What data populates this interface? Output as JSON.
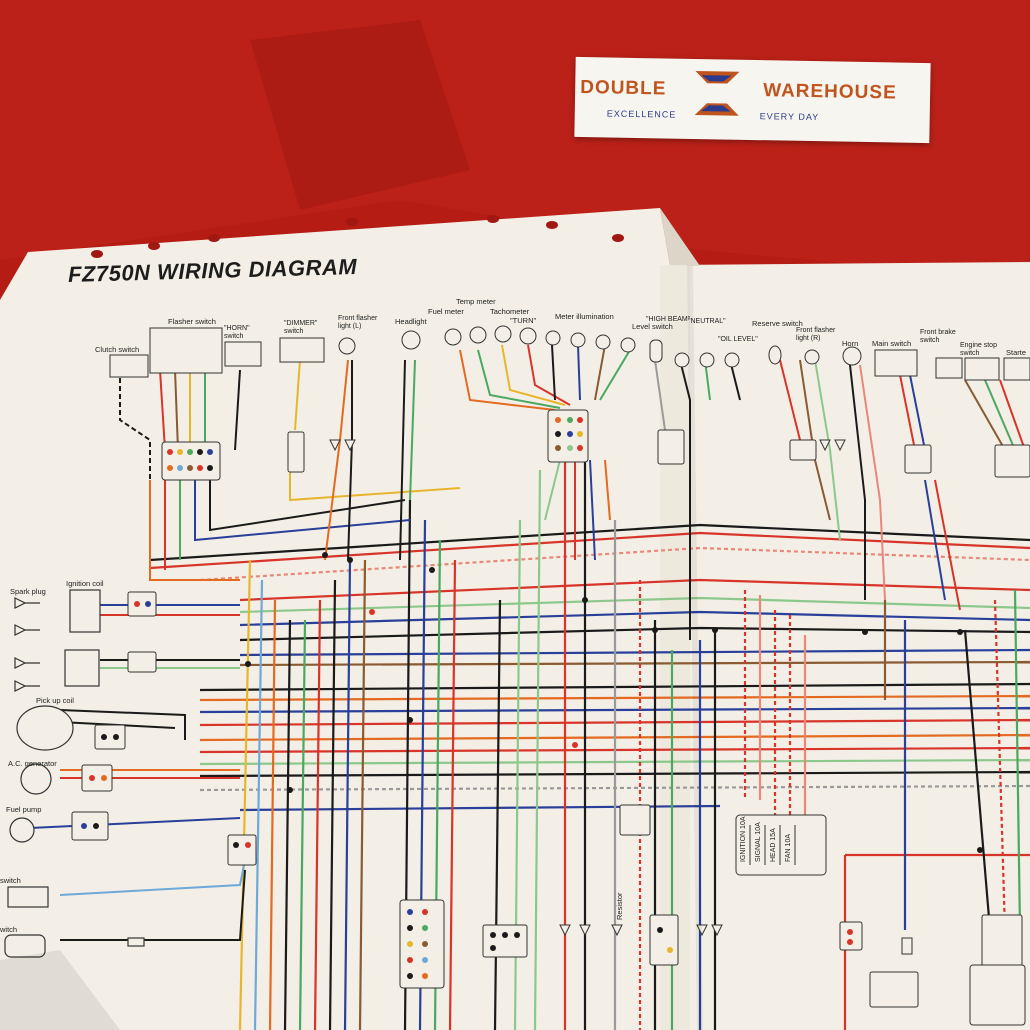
{
  "sticker": {
    "brand_left": "DOUBLE",
    "brand_right": "WAREHOUSE",
    "tagline_left": "EXCELLENCE",
    "tagline_right": "EVERY DAY",
    "logo_icon": "double-e-logo-icon",
    "colors": {
      "orange": "#c0541e",
      "navy": "#2b3a8a"
    }
  },
  "diagram": {
    "title": "FZ750N WIRING DIAGRAM",
    "components_top": {
      "clutch_switch": "Clutch switch",
      "flasher_switch": "Flasher switch",
      "horn_switch": "\"HORN\" switch",
      "dimmer_switch": "\"DIMMER\" switch",
      "front_flasher_l": "Front flasher light (L)",
      "headlight": "Headlight",
      "fuel_meter": "Fuel meter",
      "temp_meter": "Temp meter",
      "tachometer": "Tachometer",
      "turn": "\"TURN\"",
      "meter_illumination": "Meter illumination",
      "level_switch": "Level switch",
      "high_beam": "\"HIGH BEAM\"",
      "neutral": "\"NEUTRAL\"",
      "oil_level": "\"OIL LEVEL\"",
      "reserve_switch": "Reserve switch",
      "front_flasher_r": "Front flasher light (R)",
      "horn": "Horn",
      "main_switch": "Main switch",
      "front_brake_switch": "Front brake switch",
      "engine_stop_switch": "Engine stop switch",
      "starter": "Starte"
    },
    "components_left": {
      "spark_plug": "Spark plug",
      "ignition_coil": "Ignition coil",
      "pickup_coil": "Pick up coil",
      "ac_generator": "A.C. generator",
      "fuel_pump": "Fuel pump",
      "switch_1": "switch",
      "switch_2": "witch"
    },
    "components_bottom": {
      "resistor": "Resistor",
      "fuses": [
        "IGNITION 10A",
        "SIGNAL 10A",
        "HEAD 15A",
        "FAN 10A"
      ]
    },
    "wire_colors": {
      "black": "#1a1a1a",
      "red": "#d8342a",
      "blue": "#2a3f9a",
      "green": "#4aa860",
      "yellow": "#e8b62c",
      "orange": "#e46a22",
      "brown": "#8a5a32",
      "sky": "#6ea9d8",
      "light_green": "#8cc88c",
      "gray": "#9a9a9a",
      "pink": "#e8887a"
    },
    "paper_color": "#f3efe6"
  }
}
